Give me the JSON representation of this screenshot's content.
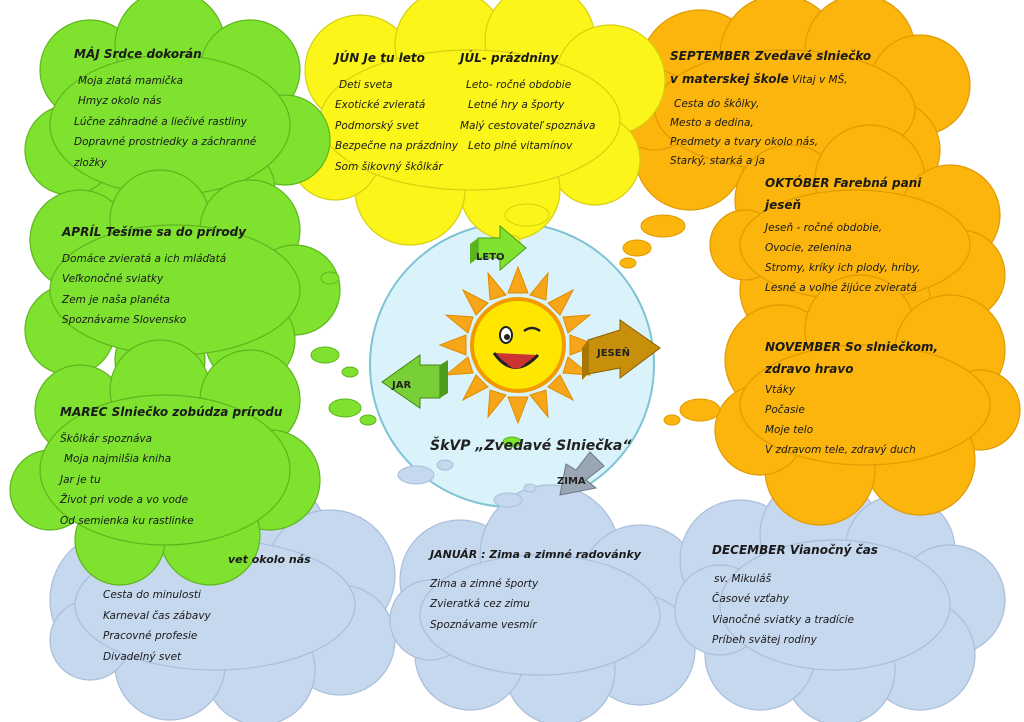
{
  "center": {
    "title": "ŠkVP „Zvedavé Slniečka“"
  },
  "seasons": {
    "leto": "LETO",
    "jesen": "JESEŇ",
    "jar": "JAR",
    "zima": "ZIMA"
  },
  "months": {
    "maj": {
      "title": "MÁJ  Srdce dokorán",
      "items": [
        "Moja zlatá mamička",
        "Hmyz okolo nás",
        "Lúčne záhradné a liečivé rastliny",
        "Dopravné prostriedky a záchranné",
        "zložky"
      ]
    },
    "jun": {
      "title": "JÚN   Je tu leto",
      "items": [
        "Deti sveta",
        "Exotické zvieratá",
        "Podmorský svet",
        "Bezpečne na prázdniny",
        "Som šikovný škôlkár"
      ]
    },
    "jul": {
      "title": "JÚL- prázdniny",
      "items": [
        "Leto- ročné obdobie",
        "Letné hry a športy",
        "Malý cestovateľ spoznáva",
        "Leto plné vitamínov"
      ]
    },
    "september": {
      "title_a": "SEPTEMBER   Zvedavé slniečko",
      "title_b": "v materskej škole",
      "title_tail": " Vitaj v MŠ,",
      "items": [
        "Cesta do škôlky,",
        "Mesto a dedina,",
        "Predmety a tvary okolo nás,",
        "Starký, starká a ja"
      ]
    },
    "oktober": {
      "title_a": "OKTÓBER   Farebná pani",
      "title_b": "jeseň",
      "items": [
        "Jeseň - ročné obdobie,",
        "Ovocie, zelenina",
        "Stromy, kríky ich plody, hriby,",
        "Lesné a voľne žijúce zvieratá"
      ]
    },
    "november": {
      "title_a": "NOVEMBER  So slniečkom,",
      "title_b": "zdravo hravo",
      "items": [
        "Vtáky",
        "Počasie",
        "Moje telo",
        "V zdravom tele, zdravý duch"
      ]
    },
    "april": {
      "title": "APRÍL Tešíme sa do prírody",
      "items": [
        "Domáce zvieratá a ich mláďatá",
        "Veľkonočné sviatky",
        "Zem je naša planéta",
        "Spoznávame Slovensko"
      ]
    },
    "marec": {
      "title": "MAREC Slniečko zobúdza prírodu",
      "items": [
        "Škôlkár spoznáva",
        "Moja najmilšia kniha",
        "Jar je tu",
        "Život pri vode a vo vode",
        "Od semienka ku rastlinke"
      ]
    },
    "februar": {
      "title": "vet okolo nás",
      "items": [
        "Cesta do minulosti",
        "Karneval čas zábavy",
        "Pracovné profesie",
        "Divadelný svet"
      ]
    },
    "januar": {
      "title": "JANUÁR  : Zima a zimné radovánky",
      "items": [
        "Zima a zimné športy",
        "Zvieratká cez zimu",
        "Spoznávame vesmír"
      ]
    },
    "december": {
      "title": "DECEMBER  Vianočný čas",
      "items": [
        "sv. Mikuláš",
        "Časové vzťahy",
        "Vianočné sviatky a tradície",
        "Príbeh svätej rodiny"
      ]
    }
  },
  "colors": {
    "spring": "#7ee22f",
    "summer": "#fbf519",
    "autumn": "#fbb50c",
    "winter": "#c6d8ee",
    "center": "#daf3fb"
  }
}
